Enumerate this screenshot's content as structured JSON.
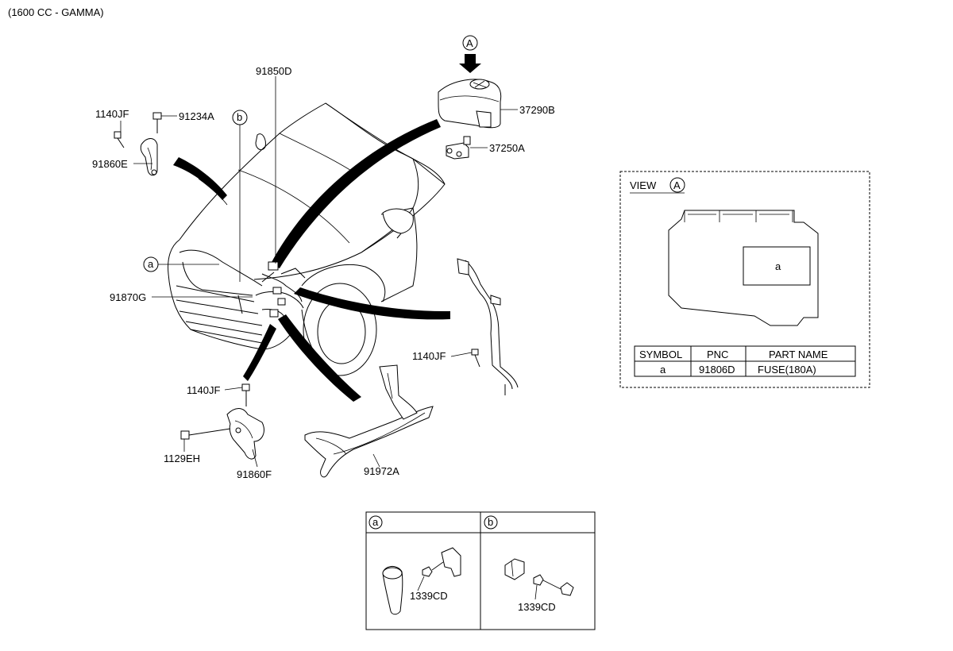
{
  "header": {
    "variant": "(1600 CC - GAMMA)"
  },
  "callouts": {
    "p_91850D": "91850D",
    "p_37290B": "37290B",
    "p_37250A": "37250A",
    "p_1140JF_top": "1140JF",
    "p_91234A": "91234A",
    "p_91860E": "91860E",
    "p_91870G": "91870G",
    "p_1140JF_right": "1140JF",
    "p_1140JF_mid": "1140JF",
    "p_1129EH": "1129EH",
    "p_91860F": "91860F",
    "p_91972A": "91972A",
    "circle_a": "a",
    "circle_b": "b",
    "circle_A_top": "A"
  },
  "view_a": {
    "title": "VIEW",
    "circle": "A",
    "fuse_label": "a",
    "table": {
      "headers": [
        "SYMBOL",
        "PNC",
        "PART NAME"
      ],
      "rows": [
        [
          "a",
          "91806D",
          "FUSE(180A)"
        ]
      ]
    }
  },
  "detail_box": {
    "left": {
      "circle": "a",
      "part_no": "1339CD"
    },
    "right": {
      "circle": "b",
      "part_no": "1339CD"
    }
  }
}
